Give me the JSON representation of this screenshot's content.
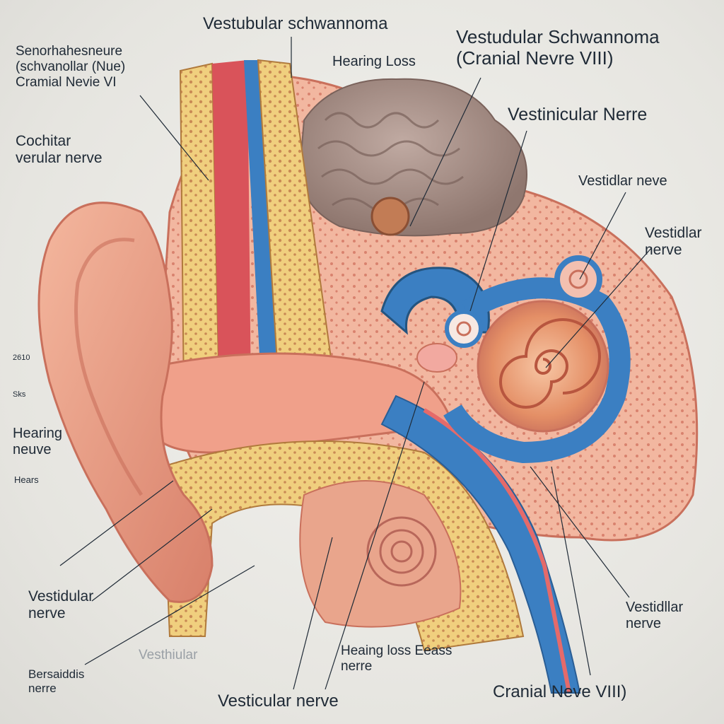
{
  "labels": {
    "title_top": "Vestubular schwannoma",
    "title_right_line1": "Vestudular Schwannoma",
    "title_right_line2": "(Cranial Nevre VIII)",
    "hearing_loss_top": "Hearing Loss",
    "left_top_line1": "Senorhahesneure",
    "left_top_line2": "(schvanollar (Nue)",
    "left_top_line3": "Cramial Nevie VI",
    "left_mid_line1": "Cochitar",
    "left_mid_line2": "verular nerve",
    "vestinicular": "Vestinicular Nerre",
    "vestidlar_right": "Vestidlar neve",
    "vestidlar_nerve_line1": "Vestidlar",
    "vestidlar_nerve_line2": "nerve",
    "num_1": "2610",
    "num_2": "Sks",
    "hearing_nerve_line1": "Hearing",
    "hearing_nerve_line2": "neuve",
    "small_text": "Hears",
    "vestidular_bottom_left_line1": "Vestidular",
    "vestidular_bottom_left_line2": "nerve",
    "vestidllar_bottom_right_line1": "Vestidllar",
    "vestidllar_bottom_right_line2": "nerve",
    "vesthular_faded": "Vesthiular",
    "hearing_loss_bottom_line1": "Heaing loss Eeass",
    "hearing_loss_bottom_line2": "nerre",
    "bersaiddis_line1": "Bersaiddis",
    "bersaiddis_line2": "nerre",
    "vesticular_bottom": "Vesticular nerve",
    "cranial_bottom": "Cranial Neve VIII)"
  },
  "colors": {
    "skin": "#e9a58c",
    "skin_dark": "#c9705c",
    "bone": "#f0cf7e",
    "bone_pores": "#c98a55",
    "tissue": "#f2b7a0",
    "muscle": "#d9535a",
    "nerve_blue": "#3b7fc2",
    "cochlea": "#e79a70",
    "brain": "#a89088",
    "text": "#1f2a36"
  }
}
